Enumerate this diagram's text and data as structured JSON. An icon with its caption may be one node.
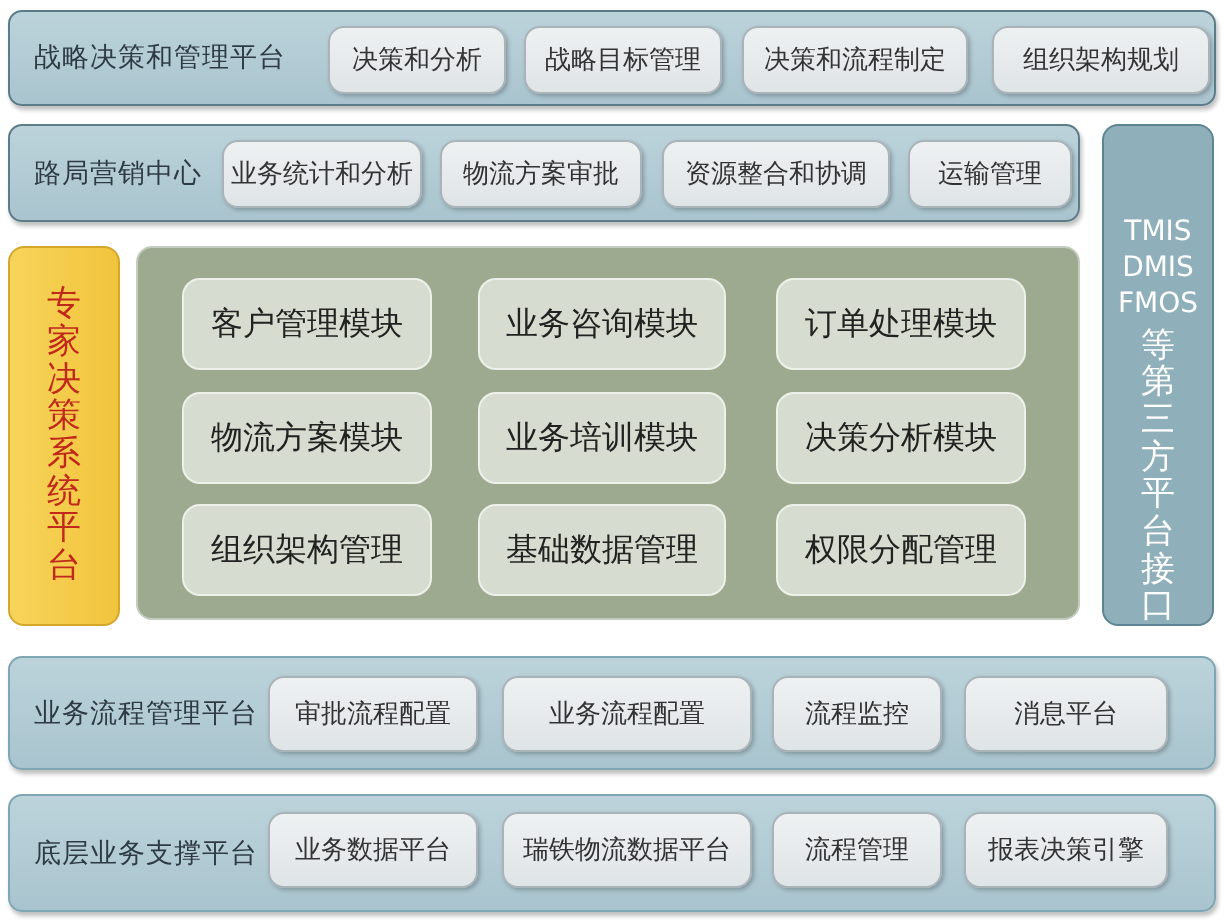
{
  "diagram": {
    "nodes": [
      {
        "text": [
          "战略决策和管理平台"
        ]
      },
      {
        "text": [
          "决策和分析"
        ],
        "in": 0
      },
      {
        "text": [
          "战略目标管理"
        ],
        "in": 0
      },
      {
        "text": [
          "决策和流程制定"
        ],
        "in": 0
      },
      {
        "text": [
          "组织架构规划"
        ],
        "in": 0
      },
      {
        "text": [
          "路局营销中心"
        ]
      },
      {
        "text": [
          "业务统计和分析"
        ],
        "in": 5
      },
      {
        "text": [
          "物流方案审批"
        ],
        "in": 5
      },
      {
        "text": [
          "资源整合和协调"
        ],
        "in": 5
      },
      {
        "text": [
          "运输管理"
        ],
        "in": 5
      },
      {
        "text": [
          "专家决策系统平台"
        ]
      },
      {
        "text": [],
        "shape": "box"
      },
      {
        "text": [
          "客户管理模块"
        ],
        "in": 11
      },
      {
        "text": [
          "业务咨询模块"
        ],
        "in": 11
      },
      {
        "text": [
          "订单处理模块"
        ],
        "in": 11
      },
      {
        "text": [
          "物流方案模块"
        ],
        "in": 11
      },
      {
        "text": [
          "业务培训模块"
        ],
        "in": 11
      },
      {
        "text": [
          "决策分析模块"
        ],
        "in": 11
      },
      {
        "text": [
          "组织架构管理"
        ],
        "in": 11
      },
      {
        "text": [
          "基础数据管理"
        ],
        "in": 11
      },
      {
        "text": [
          "权限分配管理"
        ],
        "in": 11
      },
      {
        "text": [
          "TMIS DMIS FMOS",
          "等第三方平台接口"
        ]
      },
      {
        "text": [
          "业务流程管理平台"
        ]
      },
      {
        "text": [
          "审批流程配置"
        ],
        "in": 22
      },
      {
        "text": [
          "业务流程配置"
        ],
        "in": 22
      },
      {
        "text": [
          "流程监控"
        ],
        "in": 22
      },
      {
        "text": [
          "消息平台"
        ],
        "in": 22
      },
      {
        "text": [
          "底层业务支撑平台"
        ]
      },
      {
        "text": [
          "业务数据平台"
        ],
        "in": 27
      },
      {
        "text": [
          "瑞铁物流数据平台"
        ],
        "in": 27
      },
      {
        "text": [
          "流程管理"
        ],
        "in": 27
      },
      {
        "text": [
          "报表决策引擎"
        ],
        "in": 27
      }
    ]
  }
}
